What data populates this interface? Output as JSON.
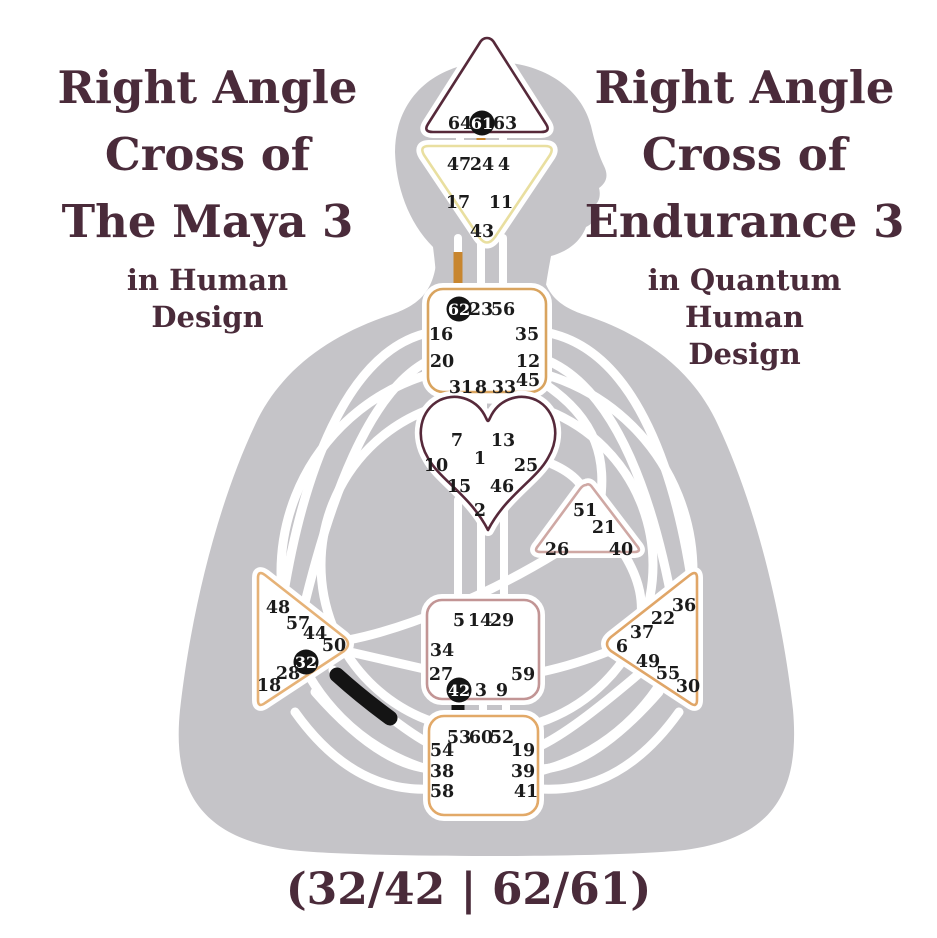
{
  "titles": {
    "left": {
      "lines": [
        "Right Angle",
        "Cross of",
        "The Maya 3"
      ],
      "subtitle_lines": [
        "in Human",
        "Design"
      ]
    },
    "right": {
      "lines": [
        "Right Angle",
        "Cross of",
        "Endurance 3"
      ],
      "subtitle_lines": [
        "in Quantum",
        "Human",
        "Design"
      ]
    }
  },
  "footer": {
    "gates_label": "(32/42 | 62/61)"
  },
  "colors": {
    "title_text": "#4a2b3a",
    "body_silhouette": "#c5c4c8",
    "channel_white": "#ffffff",
    "personality_highlight": "#c8862f",
    "design_highlight": "#141414",
    "highlight_circle": "#141414",
    "gate_text": "#1b1b1b",
    "head_border": "#56293a",
    "ajna_border": "#e9dfa0",
    "throat_border": "#d9a45f",
    "g_border": "#56293a",
    "ego_border": "#cfa8a4",
    "spleen_border": "#e6b277",
    "solar_border": "#e0a668",
    "sacral_border": "#c29595",
    "root_border": "#e2a968"
  },
  "bodygraph": {
    "highlighted_gates": [
      32,
      42,
      62,
      61
    ],
    "centers": [
      {
        "id": "head",
        "gates": [
          {
            "n": 64
          },
          {
            "n": 61,
            "highlighted": true
          },
          {
            "n": 63
          }
        ]
      },
      {
        "id": "ajna",
        "gates": [
          {
            "n": 47
          },
          {
            "n": 24
          },
          {
            "n": 4
          },
          {
            "n": 17
          },
          {
            "n": 11
          },
          {
            "n": 43
          }
        ]
      },
      {
        "id": "throat",
        "gates": [
          {
            "n": 62,
            "highlighted": true
          },
          {
            "n": 23
          },
          {
            "n": 56
          },
          {
            "n": 16
          },
          {
            "n": 35
          },
          {
            "n": 20
          },
          {
            "n": 12
          },
          {
            "n": 31
          },
          {
            "n": 8
          },
          {
            "n": 33
          },
          {
            "n": 45
          }
        ]
      },
      {
        "id": "g-center",
        "gates": [
          {
            "n": 7
          },
          {
            "n": 13
          },
          {
            "n": 1
          },
          {
            "n": 10
          },
          {
            "n": 25
          },
          {
            "n": 15
          },
          {
            "n": 46
          },
          {
            "n": 2
          }
        ]
      },
      {
        "id": "ego",
        "gates": [
          {
            "n": 51
          },
          {
            "n": 21
          },
          {
            "n": 26
          },
          {
            "n": 40
          }
        ]
      },
      {
        "id": "spleen",
        "gates": [
          {
            "n": 48
          },
          {
            "n": 57
          },
          {
            "n": 44
          },
          {
            "n": 50
          },
          {
            "n": 32,
            "highlighted": true
          },
          {
            "n": 28
          },
          {
            "n": 18
          }
        ]
      },
      {
        "id": "sacral",
        "gates": [
          {
            "n": 5
          },
          {
            "n": 14
          },
          {
            "n": 29
          },
          {
            "n": 34
          },
          {
            "n": 27
          },
          {
            "n": 59
          },
          {
            "n": 42,
            "highlighted": true
          },
          {
            "n": 3
          },
          {
            "n": 9
          }
        ]
      },
      {
        "id": "solar-plexus",
        "gates": [
          {
            "n": 36
          },
          {
            "n": 22
          },
          {
            "n": 37
          },
          {
            "n": 6
          },
          {
            "n": 49
          },
          {
            "n": 55
          },
          {
            "n": 30
          }
        ]
      },
      {
        "id": "root",
        "gates": [
          {
            "n": 53
          },
          {
            "n": 60
          },
          {
            "n": 52
          },
          {
            "n": 54
          },
          {
            "n": 19
          },
          {
            "n": 38
          },
          {
            "n": 39
          },
          {
            "n": 58
          },
          {
            "n": 41
          }
        ]
      }
    ]
  }
}
